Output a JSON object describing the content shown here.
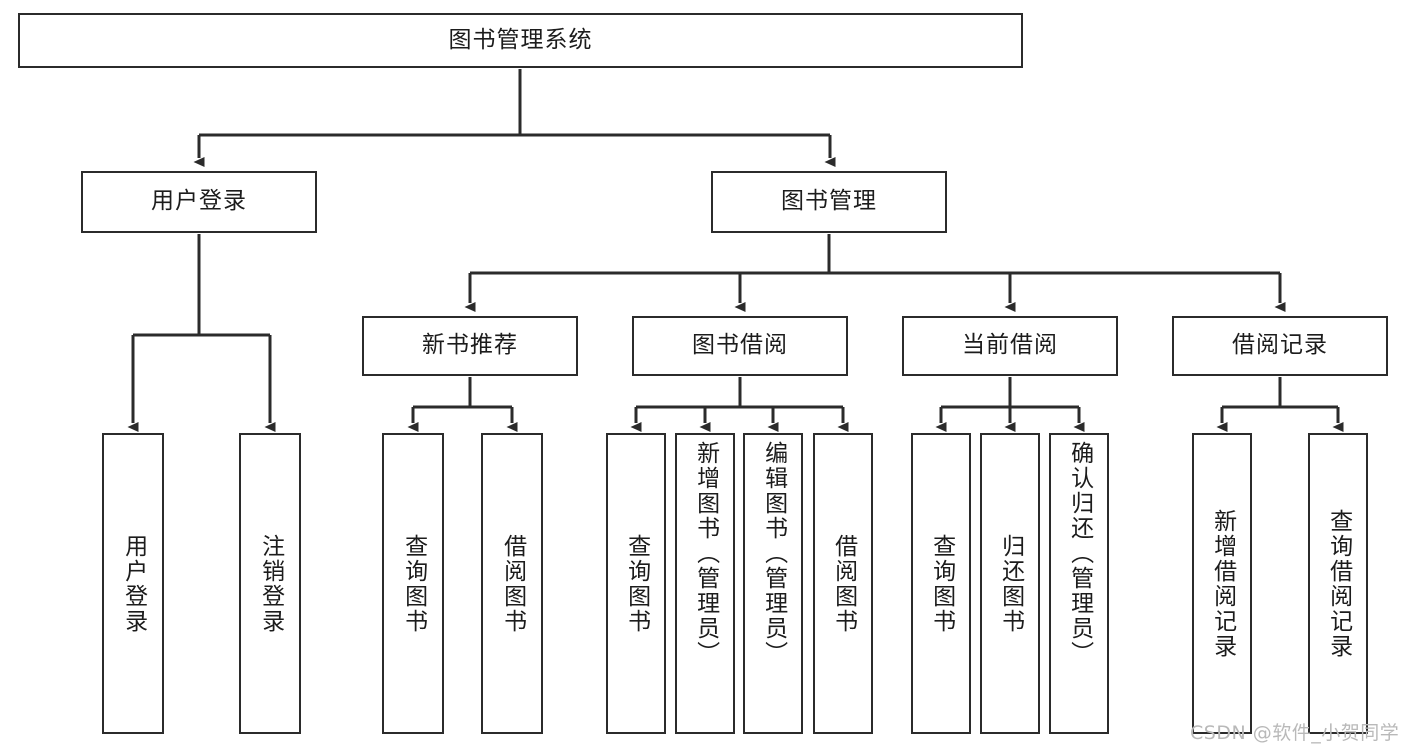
{
  "diagram": {
    "title_node": {
      "label": "图书管理系统"
    },
    "level2": [
      {
        "id": "user-login",
        "label": "用户登录"
      },
      {
        "id": "book-management",
        "label": "图书管理"
      }
    ],
    "level3": [
      {
        "id": "new-book-recommend",
        "label": "新书推荐"
      },
      {
        "id": "book-borrow",
        "label": "图书借阅"
      },
      {
        "id": "current-borrow",
        "label": "当前借阅"
      },
      {
        "id": "borrow-record",
        "label": "借阅记录"
      }
    ],
    "leaves": [
      {
        "id": "leaf-user-login",
        "label": "用户登录",
        "parent": "user-login"
      },
      {
        "id": "leaf-logout-login",
        "label": "注销登录",
        "parent": "user-login"
      },
      {
        "id": "leaf-query-book-1",
        "label": "查询图书",
        "parent": "new-book-recommend"
      },
      {
        "id": "leaf-borrow-book-1",
        "label": "借阅图书",
        "parent": "new-book-recommend"
      },
      {
        "id": "leaf-query-book-2",
        "label": "查询图书",
        "parent": "book-borrow"
      },
      {
        "id": "leaf-add-book",
        "label": "新增图书（管理员）",
        "parent": "book-borrow"
      },
      {
        "id": "leaf-edit-book",
        "label": "编辑图书（管理员）",
        "parent": "book-borrow"
      },
      {
        "id": "leaf-borrow-book-2",
        "label": "借阅图书",
        "parent": "book-borrow"
      },
      {
        "id": "leaf-query-book-3",
        "label": "查询图书",
        "parent": "current-borrow"
      },
      {
        "id": "leaf-return-book",
        "label": "归还图书",
        "parent": "current-borrow"
      },
      {
        "id": "leaf-confirm-return",
        "label": "确认归还（管理员）",
        "parent": "current-borrow"
      },
      {
        "id": "leaf-add-borrow-record",
        "label": "新增借阅记录",
        "parent": "borrow-record"
      },
      {
        "id": "leaf-query-borrow-record",
        "label": "查询借阅记录",
        "parent": "borrow-record"
      }
    ],
    "watermark": "CSDN @软件_小贺同学",
    "colors": {
      "stroke": "#2b2b2b",
      "box_fill": "#ffffff",
      "text": "#1c1c1c",
      "watermark": "#b9b9b9",
      "background": "#ffffff"
    }
  }
}
